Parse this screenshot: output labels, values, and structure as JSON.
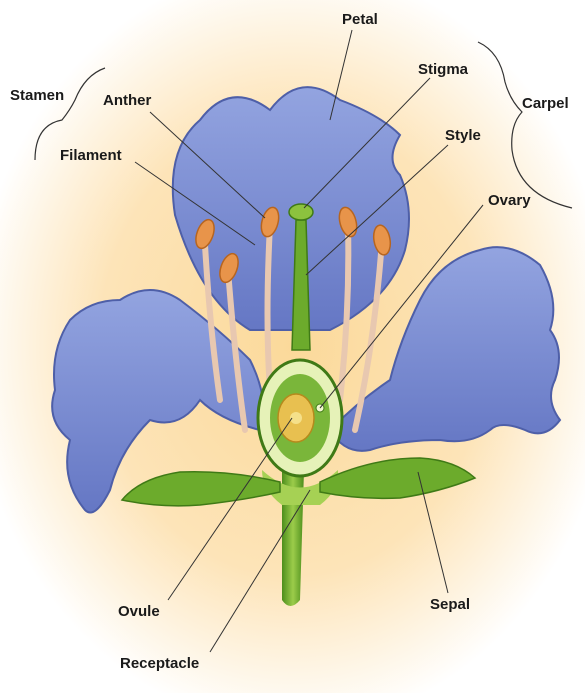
{
  "labels": {
    "petal": "Petal",
    "stamen": "Stamen",
    "anther": "Anther",
    "stigma": "Stigma",
    "carpel": "Carpel",
    "filament": "Filament",
    "style": "Style",
    "ovary": "Ovary",
    "ovule": "Ovule",
    "sepal": "Sepal",
    "receptacle": "Receptacle"
  },
  "colors": {
    "background_glow": "#f7c777",
    "petal": "#7f92d6",
    "petal_dark": "#4e5fa8",
    "stem": "#6cab2c",
    "stem_dark": "#3f7a16",
    "filament": "#e8c8b0",
    "anther": "#e8944a",
    "ovule": "#e8c050",
    "leader_line": "#333333"
  }
}
